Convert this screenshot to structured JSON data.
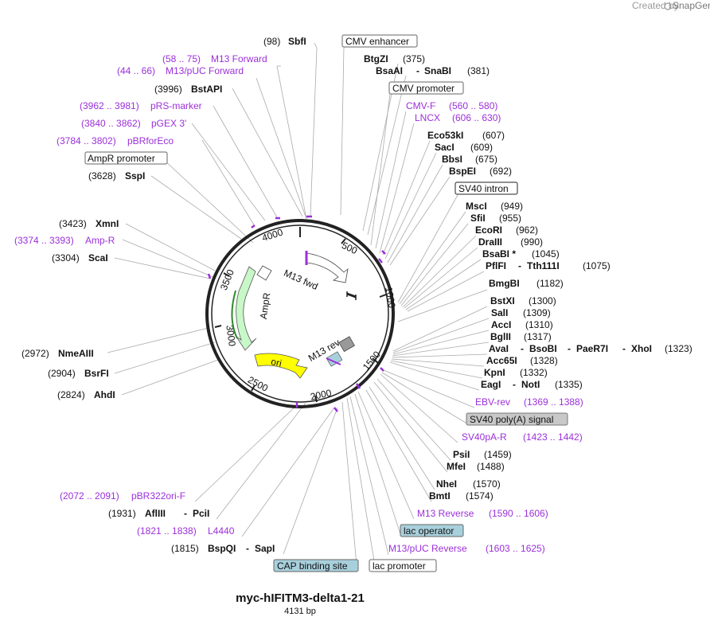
{
  "header": {
    "created_by": "Created by",
    "brand": "SnapGene"
  },
  "plasmid": {
    "name": "myc-hIFITM3-delta1-21",
    "length": "4131 bp"
  },
  "ticks": [
    "500",
    "1000",
    "1500",
    "2000",
    "2500",
    "3000",
    "3500",
    "4000"
  ],
  "features": {
    "m13_fwd": "M13 fwd",
    "m13_rev": "M13 rev",
    "ampr": "AmpR",
    "ori": "ori"
  },
  "labels": {
    "sbfi_pos": "(98)",
    "sbfi": "SbfI",
    "cmv_enhancer": "CMV enhancer",
    "m13f_range": "(58 .. 75)",
    "m13f": "M13 Forward",
    "bstapi_pos": "(3996)",
    "bstapi": "BstAPI",
    "m13puc_range": "(44 .. 66)",
    "m13puc": "M13/pUC Forward",
    "prs_range": "(3962 .. 3981)",
    "prs": "pRS-marker",
    "pgex_range": "(3840 .. 3862)",
    "pgex": "pGEX 3'",
    "pbrfor_range": "(3784 .. 3802)",
    "pbrfor": "pBRforEco",
    "ampr_promoter": "AmpR promoter",
    "sspi_pos": "(3628)",
    "sspi": "SspI",
    "xmni_pos": "(3423)",
    "xmni": "XmnI",
    "ampr_range": "(3374 .. 3393)",
    "amp_r": "Amp-R",
    "scai_pos": "(3304)",
    "scai": "ScaI",
    "nmeaiii_pos": "(2972)",
    "nmeaiii": "NmeAIII",
    "bsrfi_pos": "(2904)",
    "bsrfi": "BsrFI",
    "ahdi_pos": "(2824)",
    "ahdi": "AhdI",
    "bgtzi": "BtgZI",
    "bgtzi_pos": "(375)",
    "bsaai": "BsaAI",
    "dash": "-",
    "snabi": "SnaBI",
    "snabi_pos": "(381)",
    "cmv_promoter": "CMV promoter",
    "cmvf": "CMV-F",
    "cmvf_range": "(560 .. 580)",
    "lncx": "LNCX",
    "lncx_range": "(606 .. 630)",
    "eco53ki": "Eco53kI",
    "eco53ki_pos": "(607)",
    "saci": "SacI",
    "saci_pos": "(609)",
    "bbsi": "BbsI",
    "bbsi_pos": "(675)",
    "bspei": "BspEI",
    "bspei_pos": "(692)",
    "sv40_intron": "SV40 intron",
    "msci": "MscI",
    "msci_pos": "(949)",
    "sfii": "SfiI",
    "sfii_pos": "(955)",
    "ecori": "EcoRI",
    "ecori_pos": "(962)",
    "draiii": "DraIII",
    "draiii_pos": "(990)",
    "bsabi": "BsaBI *",
    "bsabi_pos": "(1045)",
    "pflfi": "PflFI",
    "tth111i": "Tth111I",
    "pflfi_pos": "(1075)",
    "bmgbi": "BmgBI",
    "bmgbi_pos": "(1182)",
    "bstxi": "BstXI",
    "bstxi_pos": "(1300)",
    "sali": "SalI",
    "sali_pos": "(1309)",
    "acci": "AccI",
    "acci_pos": "(1310)",
    "bglii": "BglII",
    "bglii_pos": "(1317)",
    "avai": "AvaI",
    "bsobi": "BsoBI",
    "paer7i": "PaeR7I",
    "xhoi": "XhoI",
    "xhoi_pos": "(1323)",
    "acc65i": "Acc65I",
    "acc65i_pos": "(1328)",
    "kpni": "KpnI",
    "kpni_pos": "(1332)",
    "eagi": "EagI",
    "noti": "NotI",
    "noti_pos": "(1335)",
    "ebvrev": "EBV-rev",
    "ebvrev_range": "(1369 .. 1388)",
    "sv40_polya": "SV40 poly(A) signal",
    "sv40par": "SV40pA-R",
    "sv40par_range": "(1423 .. 1442)",
    "psii": "PsiI",
    "psii_pos": "(1459)",
    "mfei": "MfeI",
    "mfei_pos": "(1488)",
    "nhei": "NheI",
    "nhei_pos": "(1570)",
    "bmti": "BmtI",
    "bmti_pos": "(1574)",
    "m13rev": "M13 Reverse",
    "m13rev_range": "(1590 .. 1606)",
    "lac_operator": "lac operator",
    "m13pucrev": "M13/pUC Reverse",
    "m13pucrev_range": "(1603 .. 1625)",
    "lac_promoter": "lac promoter",
    "cap_site": "CAP binding site",
    "pbr322_range": "(2072 .. 2091)",
    "pbr322": "pBR322ori-F",
    "afliii_pos": "(1931)",
    "afliii": "AflIII",
    "pcii": "PciI",
    "l4440_range": "(1821 .. 1838)",
    "l4440": "L4440",
    "bspqi_pos": "(1815)",
    "bspqi": "BspQI",
    "sapi": "SapI"
  },
  "colors": {
    "primer": "#9b30d9",
    "ampr_fill": "#c8f7c8",
    "ori_fill": "#ffff00",
    "lac_operator_fill": "#a8d0dc",
    "sv40_polya_fill": "#c8c8c8"
  }
}
